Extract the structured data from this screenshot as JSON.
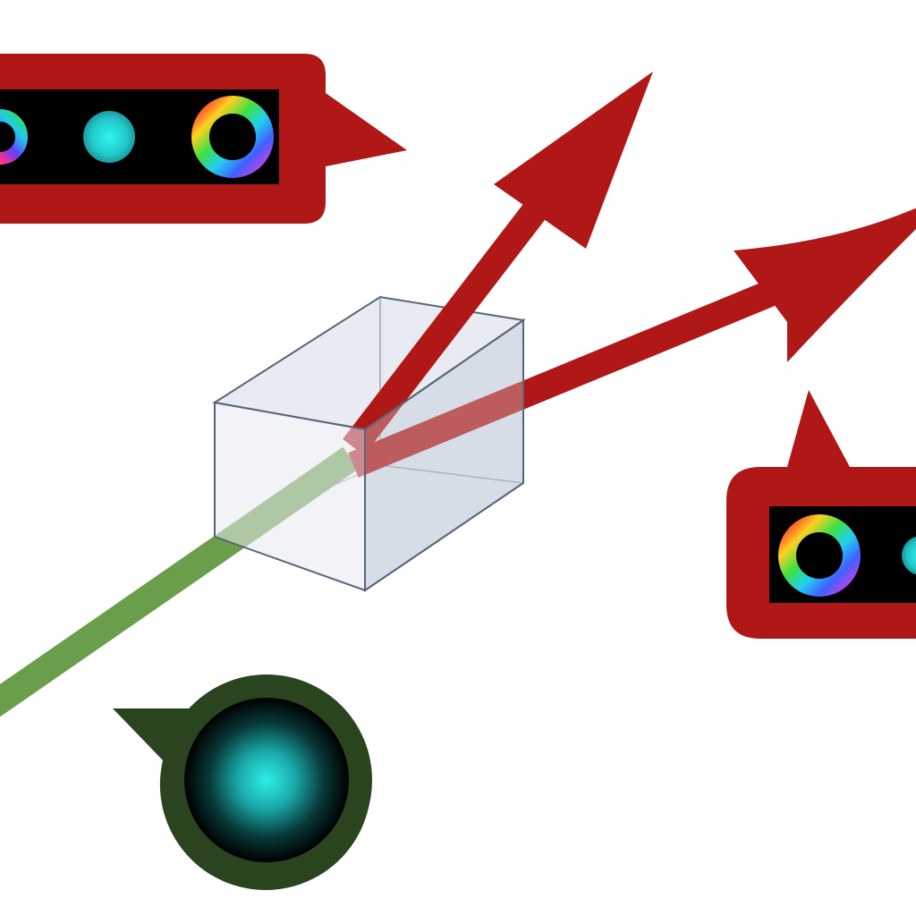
{
  "colors": {
    "background": "#ffffff",
    "arrow_red": "#b01818",
    "callout_red": "#b01818",
    "input_beam_green": "#6a9e4a",
    "crystal_edge": "#5a6478",
    "crystal_face": "#e6eaf0",
    "dark_green": "#2a4420",
    "spot_cyan": "#2ee8e0",
    "panel_black": "#000000"
  },
  "elements": {
    "crystal": "nonlinear-crystal-box",
    "input_beam": "green-input-beam",
    "output_beams": [
      "red-output-beam-upper",
      "red-output-beam-lower"
    ],
    "callouts": [
      {
        "name": "callout-upper-left",
        "content": [
          "ring-mode-icon",
          "gaussian-spot-icon",
          "ring-mode-icon"
        ]
      },
      {
        "name": "callout-right",
        "content": [
          "ring-mode-icon",
          "gaussian-spot-icon"
        ]
      },
      {
        "name": "callout-bottom",
        "content": [
          "gaussian-spot-icon"
        ]
      }
    ]
  }
}
